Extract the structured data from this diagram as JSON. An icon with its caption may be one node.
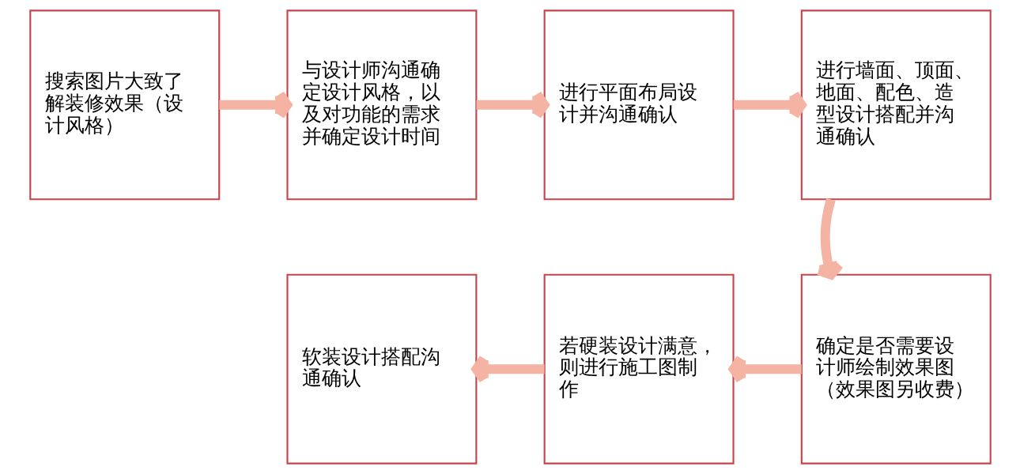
{
  "diagram": {
    "nodes": [
      {
        "text": [
          "搜索图片大致了解装修效果（设计风格）"
        ]
      },
      {
        "text": [
          "与设计师沟通确定设计风格，以及对功能的需求并确定设计时间"
        ]
      },
      {
        "text": [
          "进行平面布局设计并沟通确认"
        ]
      },
      {
        "text": [
          "进行墙面、顶面、地面、配色、造型设计搭配并沟通确认"
        ]
      },
      {
        "text": [
          "确定是否需要设计师绘制效果图（效果图另收费）"
        ]
      },
      {
        "text": [
          "若硬装设计满意，则进行施工图制作"
        ]
      },
      {
        "text": [
          "软装设计搭配沟通确认"
        ]
      }
    ],
    "edges": [
      {
        "from": 0,
        "to": 1,
        "arrow": "to"
      },
      {
        "from": 1,
        "to": 2,
        "arrow": "to"
      },
      {
        "from": 2,
        "to": 3,
        "arrow": "to"
      },
      {
        "from": 3,
        "to": 4,
        "arrow": "to"
      },
      {
        "from": 4,
        "to": 5,
        "arrow": "to"
      },
      {
        "from": 5,
        "to": 6,
        "arrow": "to"
      }
    ]
  }
}
